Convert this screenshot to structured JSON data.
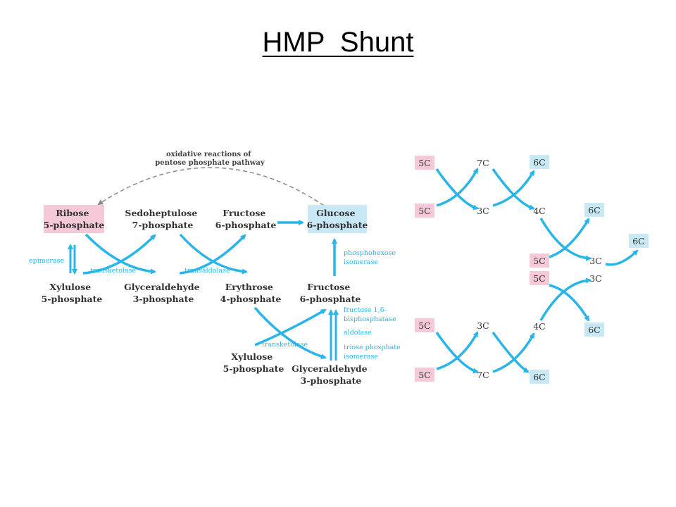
{
  "title": "HMP  Shunt",
  "colors": {
    "arrow": "#29b5e8",
    "pink": "#f5c9d7",
    "blue": "#c9e8f6",
    "dashed": "#888888"
  },
  "left_diagram": {
    "oxidative_note": [
      "oxidative reactions of",
      "pentose phosphate pathway"
    ],
    "metabolites": {
      "ribose5p": [
        "Ribose",
        "5-phosphate"
      ],
      "sedoheptulose7p": [
        "Sedoheptulose",
        "7-phosphate"
      ],
      "fructose6p_top": [
        "Fructose",
        "6-phosphate"
      ],
      "glucose6p": [
        "Glucose",
        "6-phosphate"
      ],
      "xylulose5p_left": [
        "Xylulose",
        "5-phosphate"
      ],
      "glyceraldehyde3p_top": [
        "Glyceraldehyde",
        "3-phosphate"
      ],
      "erythrose4p": [
        "Erythrose",
        "4-phosphate"
      ],
      "fructose6p_mid": [
        "Fructose",
        "6-phosphate"
      ],
      "xylulose5p_bottom": [
        "Xylulose",
        "5-phosphate"
      ],
      "glyceraldehyde3p_bottom": [
        "Glyceraldehyde",
        "3-phosphate"
      ]
    },
    "enzymes": {
      "epimerase": "epimerase",
      "transketolase1": "transketolase",
      "transaldolase": "transaldolase",
      "transketolase2": "transketolase",
      "phosphohexose_isomerase": [
        "phosphohexose",
        "isomerase"
      ],
      "fbpase": [
        "fructose 1,6-",
        "bisphosphatase"
      ],
      "aldolase": "aldolase",
      "tpi": [
        "triose phosphate",
        "isomerase"
      ]
    }
  },
  "right_diagram": {
    "top": {
      "in1": "5C",
      "in2": "5C",
      "mid1": "7C",
      "mid2": "3C",
      "out1": "6C",
      "mid3": "4C"
    },
    "center": {
      "out_top": "6C",
      "in1": "5C",
      "in2": "5C",
      "c1": "3C",
      "c2": "3C",
      "out_right": "6C",
      "out_bottom": "6C"
    },
    "bottom": {
      "in1": "5C",
      "in2": "5C",
      "mid1": "3C",
      "mid2": "7C",
      "mid3": "4C",
      "out1": "6C"
    }
  }
}
